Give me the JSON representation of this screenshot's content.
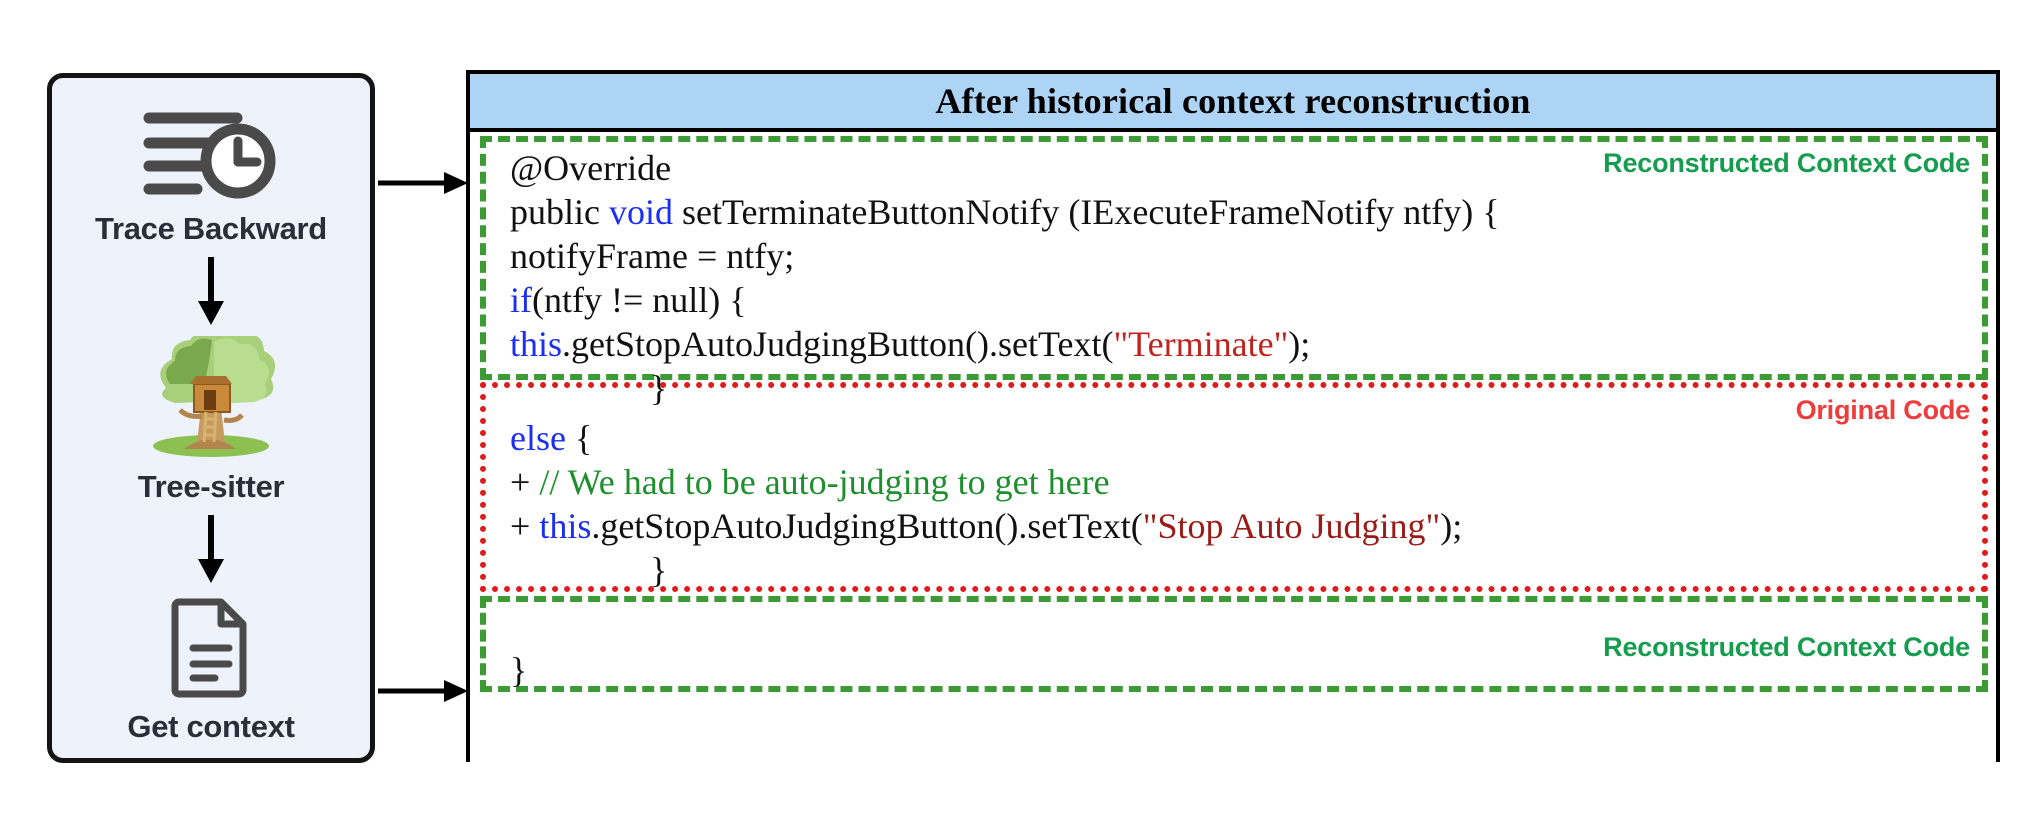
{
  "pipeline": {
    "stages": [
      {
        "icon": "history-clock-icon",
        "label": "Trace Backward"
      },
      {
        "icon": "treehouse-icon",
        "label": "Tree-sitter"
      },
      {
        "icon": "document-icon",
        "label": "Get context"
      }
    ],
    "connector": "down-arrow-icon",
    "panel_fill": "#eef2fb",
    "panel_border": "#141414"
  },
  "flow_arrows": [
    {
      "name": "arrow-to-reconstructed-top"
    },
    {
      "name": "arrow-to-reconstructed-bottom"
    }
  ],
  "code_card": {
    "header_title": "After historical context reconstruction",
    "header_fill": "#aed4f5",
    "annotations": [
      {
        "label": "Reconstructed Context Code",
        "color": "#169c4f",
        "style": "dashed"
      },
      {
        "label": "Original Code",
        "color": "#ef3c3c",
        "style": "dotted"
      },
      {
        "label": "Reconstructed Context Code",
        "color": "#169c4f",
        "style": "dashed"
      }
    ],
    "lines": [
      {
        "id": "l1",
        "text": "@Override"
      },
      {
        "id": "l2a",
        "text": "public "
      },
      {
        "id": "l2b",
        "text": "void"
      },
      {
        "id": "l2c",
        "text": " setTerminateButtonNotify (IExecuteFrameNotify ntfy) {"
      },
      {
        "id": "l3",
        "text": "notifyFrame = ntfy;"
      },
      {
        "id": "l4a",
        "text": "if"
      },
      {
        "id": "l4b",
        "text": "(ntfy != null) {"
      },
      {
        "id": "l5a",
        "text": "this"
      },
      {
        "id": "l5b",
        "text": ".getStopAutoJudgingButton().setText("
      },
      {
        "id": "l5c",
        "text": "\"Terminate\""
      },
      {
        "id": "l5d",
        "text": ");"
      },
      {
        "id": "l6",
        "text": "}"
      },
      {
        "id": "l7a",
        "text": "else"
      },
      {
        "id": "l7b",
        "text": " {"
      },
      {
        "id": "l8a",
        "text": "+ "
      },
      {
        "id": "l8b",
        "text": "// We had to be auto-judging to get here"
      },
      {
        "id": "l9a",
        "text": "+ "
      },
      {
        "id": "l9b",
        "text": "this"
      },
      {
        "id": "l9c",
        "text": ".getStopAutoJudgingButton().setText("
      },
      {
        "id": "l9d",
        "text": "\"Stop Auto Judging\""
      },
      {
        "id": "l9e",
        "text": ");"
      },
      {
        "id": "l10",
        "text": "}"
      },
      {
        "id": "l11",
        "text": "}"
      }
    ]
  }
}
